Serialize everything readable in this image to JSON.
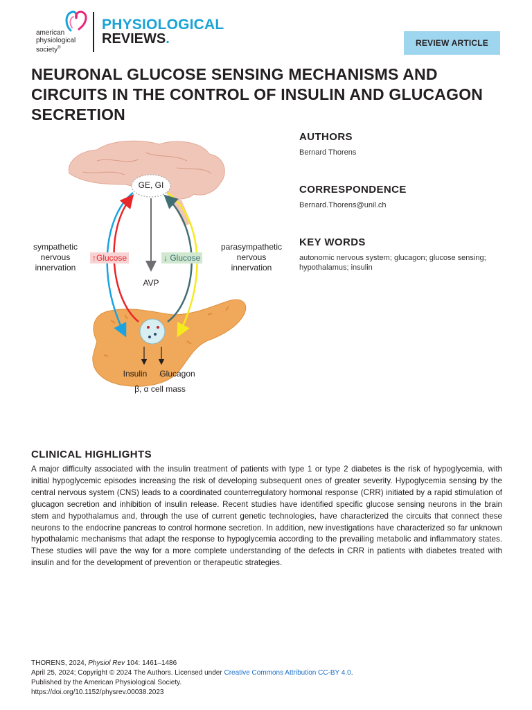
{
  "header": {
    "society": [
      "american",
      "physiological",
      "society"
    ],
    "society_mark": "®",
    "journal_line1": "PHYSIOLOGICAL",
    "journal_line2": "REVIEWS",
    "journal_dot": ".",
    "badge": "REVIEW ARTICLE"
  },
  "article": {
    "title": "NEURONAL GLUCOSE SENSING MECHANISMS AND CIRCUITS IN THE CONTROL OF INSULIN AND GLUCAGON SECRETION"
  },
  "sidebar": {
    "authors_heading": "AUTHORS",
    "authors": "Bernard Thorens",
    "correspondence_heading": "CORRESPONDENCE",
    "correspondence": "Bernard.Thorens@unil.ch",
    "keywords_heading": "KEY WORDS",
    "keywords": "autonomic nervous system; glucagon; glucose sensing; hypothalamus; insulin"
  },
  "figure": {
    "ge_gi": "GE, GI",
    "sympathetic": [
      "sympathetic",
      "nervous",
      "innervation"
    ],
    "parasympathetic": [
      "parasympathetic",
      "nervous",
      "innervation"
    ],
    "glucose_up": "↑Glucose",
    "glucose_down": "↓ Glucose",
    "avp": "AVP",
    "insulin": "Insulin",
    "glucagon": "Glucagon",
    "cell_mass": "β, α cell mass",
    "colors": {
      "sympathetic": "#1aa3e0",
      "glucose_up": "#e8262a",
      "parasympathetic": "#f5ea1e",
      "glucose_down": "#3f6f73",
      "avp": "#6d6e71",
      "brain": "#f0c6b8",
      "pancreas": "#f0a95a"
    }
  },
  "clinical": {
    "heading": "CLINICAL HIGHLIGHTS",
    "text": "A major difficulty associated with the insulin treatment of patients with type 1 or type 2 diabetes is the risk of hypoglyce­mia, with initial hypoglycemic episodes increasing the risk of developing subsequent ones of greater severity. Hypoglycemia sensing by the central nervous system (CNS) leads to a coordinated counterregulatory hormonal response (CRR) initiated by a rapid stimulation of glucagon secretion and inhibition of insulin release. Recent studies have identified specific glucose sensing neurons in the brain stem and hypothalamus and, through the use of current genetic technologies, have characterized the circuits that connect these neurons to the endocrine pancreas to control hormone secretion. In addition, new investigations have characterized so far unknown hypothalamic mechanisms that adapt the response to hypoglycemia according to the prevailing metabolic and inflammatory states. These studies will pave the way for a more complete understanding of the defects in CRR in patients with diabetes treated with insulin and for the development of prevention or therapeutic strategies."
  },
  "footer": {
    "citation_prefix": "THORENS, 2024, ",
    "citation_journal": "Physiol Rev",
    "citation_suffix": " 104: 1461–1486",
    "license_prefix": "April 25, 2024; Copyright © 2024 The Authors. Licensed under ",
    "license_link": "Creative Commons Attribution CC-BY 4.0",
    "license_suffix": ".",
    "publisher": "Published by the American Physiological Society.",
    "doi": "https://doi.org/10.1152/physrev.00038.2023"
  }
}
